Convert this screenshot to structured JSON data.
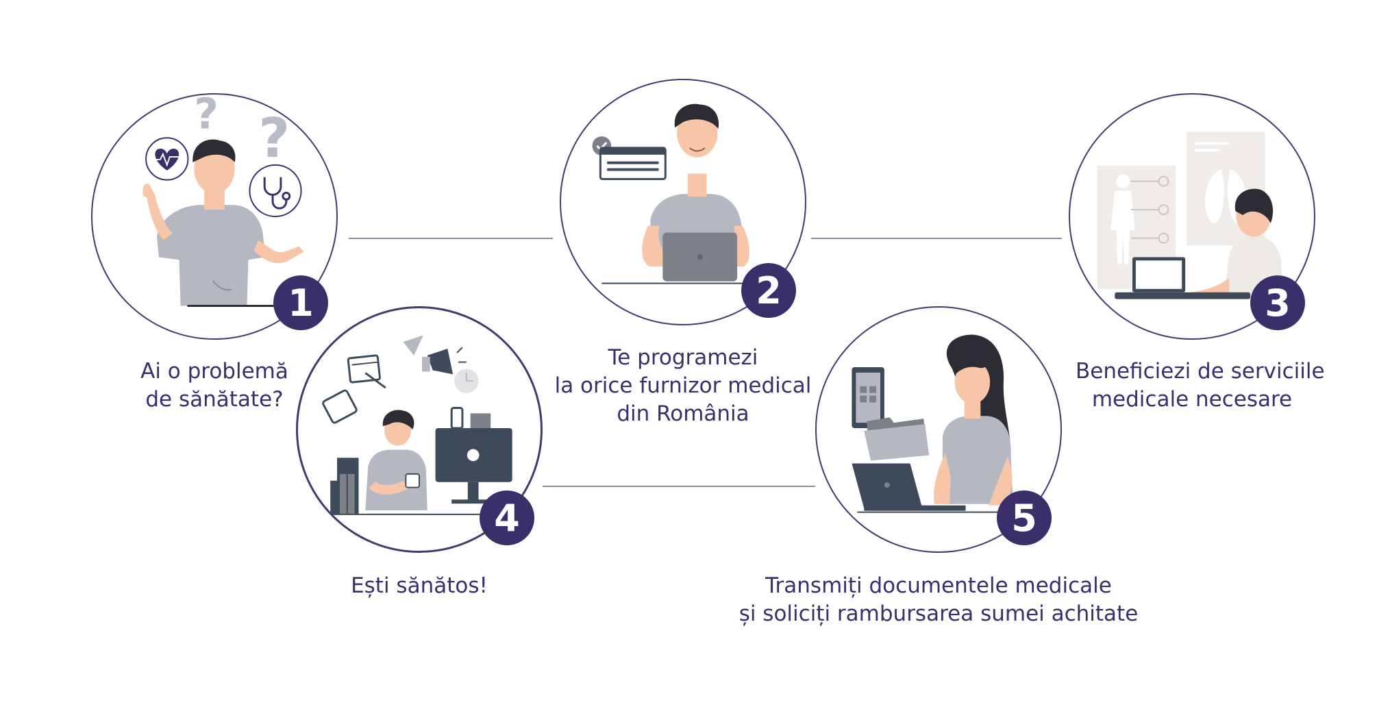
{
  "steps": [
    {
      "number": "1",
      "caption_lines": [
        "Ai o problemă",
        "de sănătate?"
      ]
    },
    {
      "number": "2",
      "caption_lines": [
        "Te programezi",
        "la orice furnizor medical",
        "din România"
      ]
    },
    {
      "number": "3",
      "caption_lines": [
        "Beneficiezi de serviciile",
        "medicale necesare"
      ]
    },
    {
      "number": "4",
      "caption_lines": [
        "Ești sănătos!"
      ]
    },
    {
      "number": "5",
      "caption_lines": [
        "Transmiți documentele medicale",
        "și soliciți rambursarea sumei achitate"
      ]
    }
  ],
  "colors": {
    "accent": "#3a2e6b",
    "line": "#8e8aa3",
    "skin": "#f7c6a8",
    "shirt": "#b5b8c2",
    "hair": "#2d2b33",
    "device": "#3d4a59"
  },
  "icons": [
    "heart-icon",
    "stethoscope-icon",
    "question-mark-icon",
    "check-icon",
    "calendar-icon",
    "megaphone-icon",
    "clock-icon",
    "clipboard-icon",
    "phone-icon",
    "folder-icon",
    "tablet-icon",
    "monitor-icon",
    "laptop-icon",
    "lungs-icon",
    "body-chart-icon"
  ]
}
